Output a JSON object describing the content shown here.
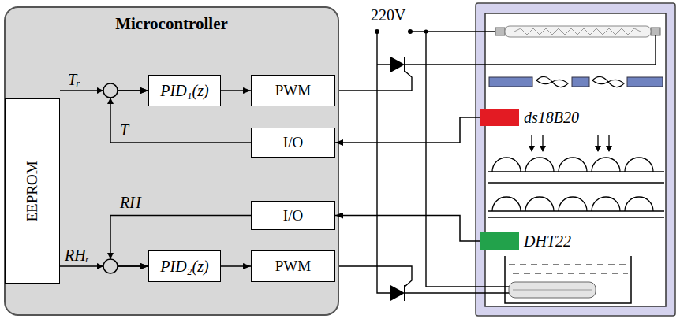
{
  "diagram": {
    "nodes": [
      {
        "text": [
          "Microcontroller"
        ]
      },
      {
        "text": [
          "EEPROM"
        ],
        "in": 0
      },
      {
        "text": [
          "PID₁(z)"
        ],
        "in": 0
      },
      {
        "text": [
          "PWM"
        ],
        "in": 0
      },
      {
        "text": [
          "I/O"
        ],
        "in": 0
      },
      {
        "text": [
          "I/O"
        ],
        "in": 0
      },
      {
        "text": [
          "PID₂(z)"
        ],
        "in": 0
      },
      {
        "text": [
          "PWM"
        ],
        "in": 0
      },
      {
        "text": [
          "ds18B20"
        ]
      },
      {
        "text": [
          "DHT22"
        ]
      }
    ],
    "edges": [
      {
        "from": 1,
        "to": 2,
        "arrow": "to",
        "label": "Tᵣ"
      },
      {
        "from": 4,
        "to": 2,
        "arrow": "to",
        "label": "T"
      },
      {
        "from": 2,
        "to": 3,
        "arrow": "to"
      },
      {
        "from": 8,
        "to": 4,
        "arrow": "to"
      },
      {
        "from": 9,
        "to": 5,
        "arrow": "to"
      },
      {
        "from": 5,
        "to": 6,
        "arrow": "to",
        "label": "RH"
      },
      {
        "from": 1,
        "to": 6,
        "arrow": "to",
        "label": "RHᵣ"
      },
      {
        "from": 6,
        "to": 7,
        "arrow": "to"
      }
    ],
    "labels": [
      "220V",
      "−",
      "−"
    ]
  }
}
